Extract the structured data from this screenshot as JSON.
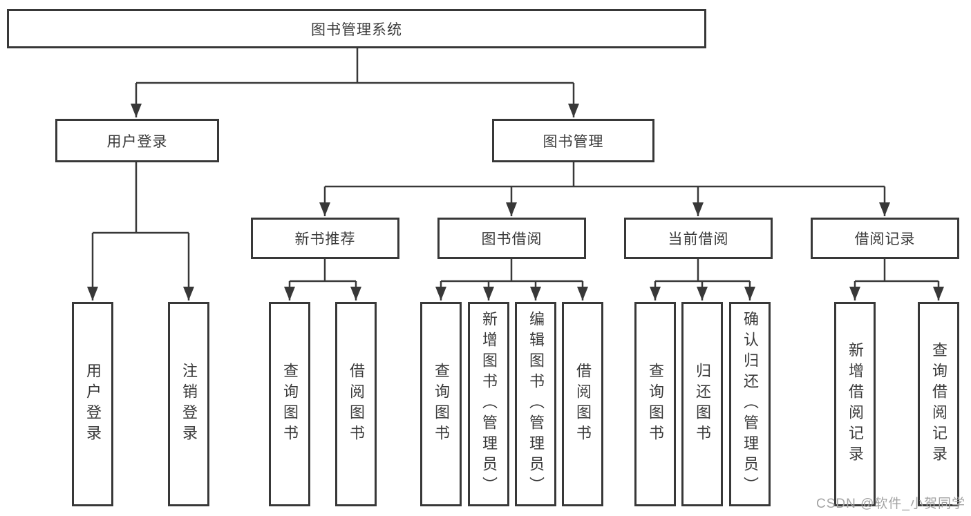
{
  "diagram_title": "图书管理系统",
  "tree": {
    "label": "图书管理系统",
    "children": [
      {
        "label": "用户登录",
        "children": [
          {
            "label": "用户登录"
          },
          {
            "label": "注销登录"
          }
        ]
      },
      {
        "label": "图书管理",
        "children": [
          {
            "label": "新书推荐",
            "children": [
              {
                "label": "查询图书"
              },
              {
                "label": "借阅图书"
              }
            ]
          },
          {
            "label": "图书借阅",
            "children": [
              {
                "label": "查询图书"
              },
              {
                "label": "新增图书（管理员）"
              },
              {
                "label": "编辑图书（管理员）"
              },
              {
                "label": "借阅图书"
              }
            ]
          },
          {
            "label": "当前借阅",
            "children": [
              {
                "label": "查询图书"
              },
              {
                "label": "归还图书"
              },
              {
                "label": "确认归还（管理员）"
              }
            ]
          },
          {
            "label": "借阅记录",
            "children": [
              {
                "label": "新增借阅记录"
              },
              {
                "label": "查询借阅记录"
              }
            ]
          }
        ]
      }
    ]
  },
  "watermark": "CSDN @软件_小贺同学",
  "colors": {
    "line": "#383838",
    "text": "#3a3a3a",
    "background": "#ffffff",
    "watermark": "#a3a3a3"
  }
}
